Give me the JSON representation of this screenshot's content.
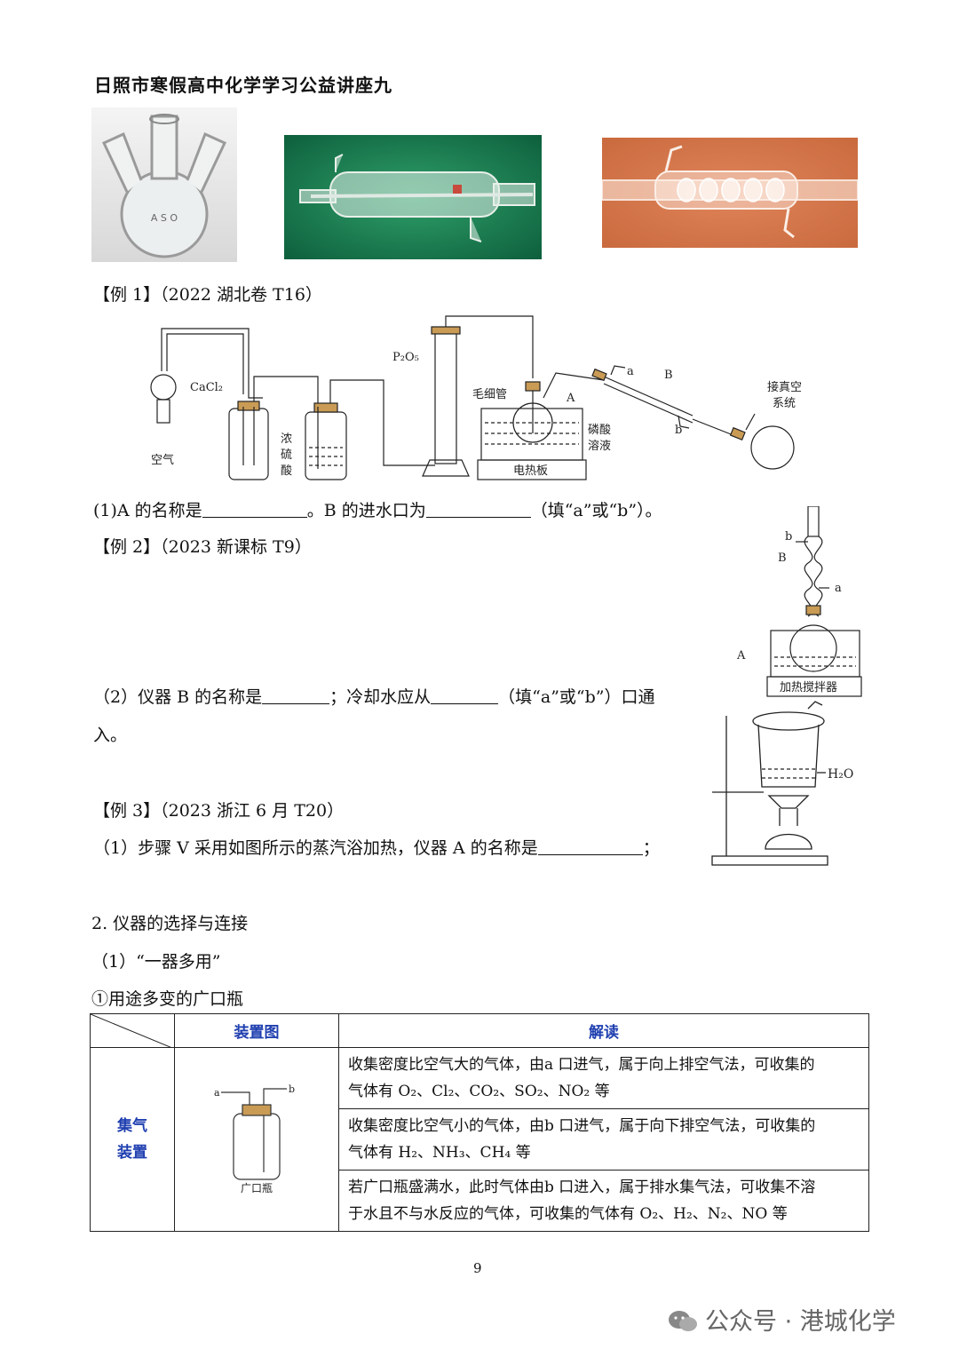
{
  "header": {
    "title": "日照市寒假高中化学学习公益讲座九"
  },
  "photos": [
    {
      "name": "three-neck-flask-photo",
      "label": "A S O"
    },
    {
      "name": "condenser-photo-green",
      "label": ""
    },
    {
      "name": "bulb-condenser-photo-orange",
      "label": ""
    }
  ],
  "example1": {
    "heading": "【例 1】（2022 湖北卷 T16）",
    "diagram": {
      "cacl2": "CaCl₂",
      "air": "空气",
      "conc_acid": [
        "浓",
        "硫",
        "酸"
      ],
      "p2o5": "P₂O₅",
      "capillary": "毛细管",
      "A": "A",
      "phosphoric": [
        "磷酸",
        "溶液"
      ],
      "hotplate": "电热板",
      "a": "a",
      "B": "B",
      "b": "b",
      "vacuum": [
        "接真空",
        "系统"
      ]
    },
    "question": {
      "p1": "(1)A 的名称是",
      "p2": "。B 的进水口为",
      "p3": "（填“a”或“b”）。"
    }
  },
  "example2": {
    "heading": "【例 2】（2023 新课标 T9）",
    "diagram": {
      "b": "b",
      "B": "B",
      "a": "a",
      "A": "A",
      "stirrer": "加热搅拌器"
    },
    "question": {
      "p1": "（2）仪器 B 的名称是",
      "p2": "；冷却水应从",
      "p3": "（填“a”或“b”）口通",
      "p4": "入。"
    }
  },
  "example3": {
    "heading": "【例 3】（2023 浙江 6 月 T20）",
    "diagram": {
      "h2o": "H₂O"
    },
    "question": {
      "p1": "（1）步骤 V 采用如图所示的蒸汽浴加热，仪器 A 的名称是",
      "p2": "；"
    }
  },
  "section2": {
    "heading": "2. 仪器的选择与连接",
    "sub1": "（1）“一器多用”",
    "sub2": "①用途多变的广口瓶"
  },
  "table": {
    "col_device": "装置图",
    "col_reading": "解读",
    "row_label_line1": "集气",
    "row_label_line2": "装置",
    "bottle_label": "广口瓶",
    "bottle_a": "a",
    "bottle_b": "b",
    "rows": [
      {
        "line1": "收集密度比空气大的气体，由a 口进气，属于向上排空气法，可收集的",
        "line2": "气体有 O₂、Cl₂、CO₂、SO₂、NO₂ 等"
      },
      {
        "line1": "收集密度比空气小的气体，由b 口进气，属于向下排空气法，可收集的",
        "line2": "气体有 H₂、NH₃、CH₄ 等"
      },
      {
        "line1": "若广口瓶盛满水，此时气体由b 口进入，属于排水集气法，可收集不溶",
        "line2": "于水且不与水反应的气体，可收集的气体有 O₂、H₂、N₂、NO 等"
      }
    ]
  },
  "footer": {
    "page": "9",
    "watermark": "公众号 · 港城化学"
  }
}
